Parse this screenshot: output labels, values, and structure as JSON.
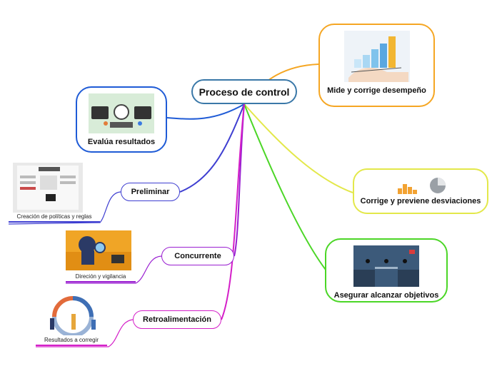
{
  "root": "Proceso de control",
  "right": {
    "mide": "Mide y corrige desempeño",
    "corrige": "Corrige y previene desviaciones",
    "asegurar": "Asegurar alcanzar objetivos"
  },
  "left": {
    "evalua": "Evalúa resultados",
    "preliminar": "Preliminar",
    "preliminar_leaf": "Creación de políticas y reglas",
    "concurrente": "Concurrente",
    "concurrente_leaf": "Direción y vigilancia",
    "retro": "Retroalimentación",
    "retro_leaf": "Resultados a corregir"
  },
  "colors": {
    "root": "#3a78a8",
    "mide": "#f5a623",
    "corrige": "#e3e84a",
    "asegurar": "#4bd626",
    "evalua": "#1f5bd6",
    "preliminar": "#3f3fd1",
    "concurrente": "#9a1fd1",
    "retro": "#d41fc8"
  }
}
